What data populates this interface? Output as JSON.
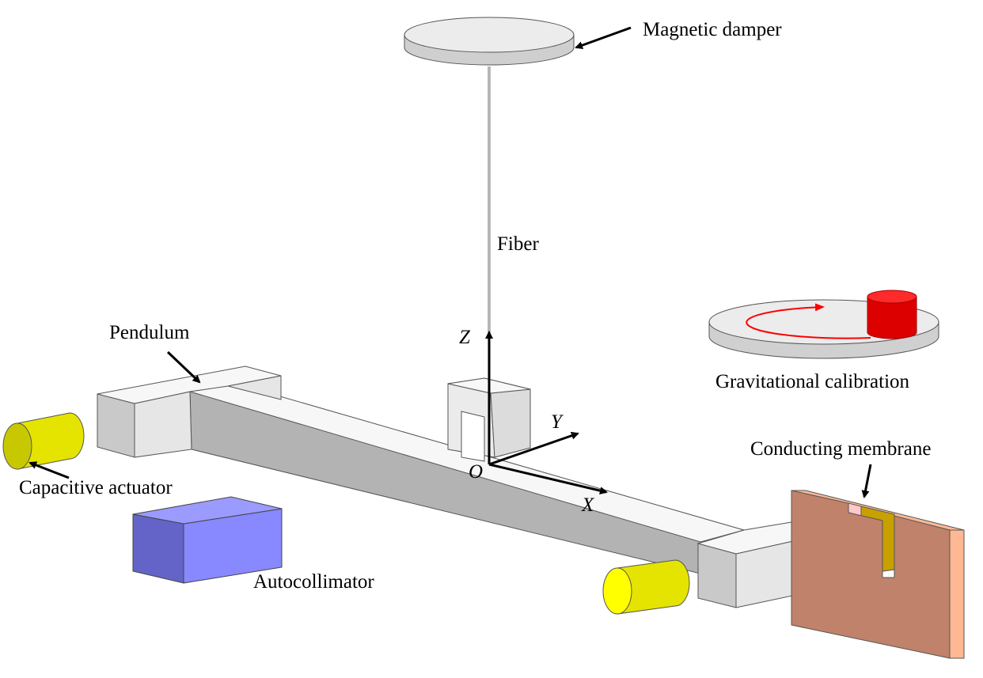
{
  "labels": {
    "magnetic_damper": "Magnetic damper",
    "fiber": "Fiber",
    "pendulum": "Pendulum",
    "capacitive_actuator": "Capacitive actuator",
    "autocollimator": "Autocollimator",
    "gravitational_calibration": "Gravitational calibration",
    "conducting_membrane": "Conducting membrane"
  },
  "axes": {
    "x": "X",
    "y": "Y",
    "z": "Z",
    "origin": "O"
  },
  "colors": {
    "pendulum_top": "#f4f4f4",
    "pendulum_side": "#b3b3b3",
    "pendulum_light_side": "#e3e3e3",
    "damper": "#e8e8e8",
    "actuator": "#ffff00",
    "actuator_dark": "#c8c800",
    "autocollimator_front": "#6464c8",
    "autocollimator_top": "#9b9bff",
    "autocollimator_side": "#8888ff",
    "calibration_mass": "#ff0000",
    "calibration_path": "#ff0000",
    "membrane": "#c8a000",
    "electrode_front": "#c0826a",
    "electrode_edge": "#ffb894"
  }
}
